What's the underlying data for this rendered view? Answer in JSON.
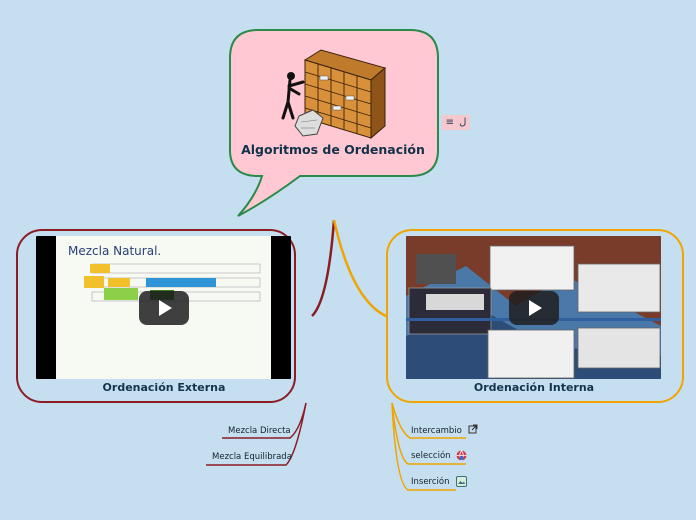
{
  "root": {
    "title": "Algoritmos de Ordenación",
    "icons": [
      "notes-icon",
      "attachment-icon"
    ],
    "bubble_color": "#ffc8d2",
    "bubble_border": "#2a8a4a"
  },
  "branches": [
    {
      "label": "Ordenación Externa",
      "color": "#8a1d24",
      "video_slide_title": "Mezcla Natural.",
      "children": [
        {
          "label": "Mezcla Directa"
        },
        {
          "label": "Mezcla Equilibrada"
        }
      ]
    },
    {
      "label": "Ordenación Interna",
      "color": "#f0a400",
      "children": [
        {
          "label": "Intercambio",
          "icon": "external-link-icon"
        },
        {
          "label": "selección",
          "icon": "globe-icon"
        },
        {
          "label": "Inserción",
          "icon": "image-icon"
        }
      ]
    }
  ]
}
